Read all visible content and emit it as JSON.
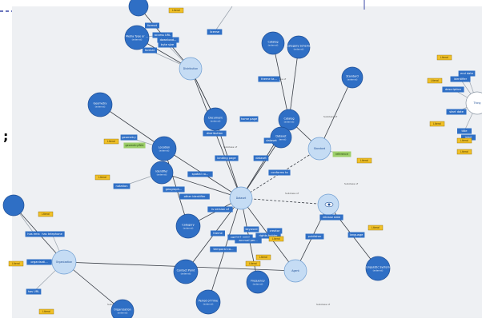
{
  "nodes": [
    {
      "id": "n1",
      "name": "",
      "sub": "",
      "style": "dark",
      "r": 12
    },
    {
      "id": "n2",
      "name": "Media Type or ...",
      "sub": "(external)",
      "style": "dark",
      "r": 15
    },
    {
      "id": "n3",
      "name": "Distribution",
      "sub": "",
      "style": "light",
      "r": 14
    },
    {
      "id": "n4",
      "name": "Catalog",
      "sub": "(external)",
      "style": "dark",
      "r": 14
    },
    {
      "id": "n5",
      "name": "Category Scheme",
      "sub": "(external)",
      "style": "dark",
      "r": 14
    },
    {
      "id": "n6",
      "name": "Standard",
      "sub": "(external)",
      "style": "dark",
      "r": 13
    },
    {
      "id": "n7",
      "name": "Geometry",
      "sub": "(external)",
      "style": "dark",
      "r": 15
    },
    {
      "id": "n8",
      "name": "Document",
      "sub": "(external)",
      "style": "dark",
      "r": 14
    },
    {
      "id": "n9",
      "name": "Catalog",
      "sub": "(external)",
      "style": "dark",
      "r": 13
    },
    {
      "id": "n10",
      "name": "Dataset",
      "sub": "(external)",
      "style": "dark",
      "r": 13
    },
    {
      "id": "n11",
      "name": "Standard",
      "sub": "",
      "style": "light",
      "r": 14
    },
    {
      "id": "n12",
      "name": "Location",
      "sub": "(external)",
      "style": "dark",
      "r": 15
    },
    {
      "id": "n13",
      "name": "Identifier",
      "sub": "(external)",
      "style": "dark",
      "r": 14
    },
    {
      "id": "n14",
      "name": "Dataset",
      "sub": "",
      "style": "light",
      "r": 14
    },
    {
      "id": "n15",
      "name": "",
      "sub": "",
      "style": "light",
      "r": 13
    },
    {
      "id": "n16",
      "name": "Category",
      "sub": "(external)",
      "style": "dark",
      "r": 15
    },
    {
      "id": "n17",
      "name": "",
      "sub": "",
      "style": "dark",
      "r": 13
    },
    {
      "id": "n18",
      "name": "Organization",
      "sub": "",
      "style": "light",
      "r": 15
    },
    {
      "id": "n19",
      "name": "Contact Point",
      "sub": "(external)",
      "style": "dark",
      "r": 15
    },
    {
      "id": "n20",
      "name": "Period of Time",
      "sub": "(external)",
      "style": "dark",
      "r": 15
    },
    {
      "id": "n21",
      "name": "Frequency",
      "sub": "(external)",
      "style": "dark",
      "r": 14
    },
    {
      "id": "n22",
      "name": "Agent",
      "sub": "",
      "style": "light",
      "r": 14
    },
    {
      "id": "n23",
      "name": "Linguistic System",
      "sub": "(external)",
      "style": "dark",
      "r": 15
    },
    {
      "id": "n24",
      "name": "Organization",
      "sub": "(external)",
      "style": "dark",
      "r": 14
    },
    {
      "id": "n25",
      "name": "Thing",
      "sub": "",
      "style": "white",
      "r": 14
    }
  ],
  "labels": [
    {
      "text": "access URL",
      "c": "blue"
    },
    {
      "text": "byte size",
      "c": "blue"
    },
    {
      "text": "format",
      "c": "blue"
    },
    {
      "text": "download...",
      "c": "blue"
    },
    {
      "text": "format",
      "c": "blue"
    },
    {
      "text": "license",
      "c": "blue"
    },
    {
      "text": "theme ta...",
      "c": "blue"
    },
    {
      "text": "home page",
      "c": "blue"
    },
    {
      "text": "dataset",
      "c": "blue"
    },
    {
      "text": "distribution",
      "c": "blue"
    },
    {
      "text": "landing page",
      "c": "blue"
    },
    {
      "text": "dataset",
      "c": "blue"
    },
    {
      "text": "conforms to",
      "c": "blue"
    },
    {
      "text": "geometry",
      "c": "blue"
    },
    {
      "text": "geometryWkt",
      "c": "green"
    },
    {
      "text": "spatial co...",
      "c": "blue"
    },
    {
      "text": "notation",
      "c": "blue"
    },
    {
      "text": "geograph...",
      "c": "blue"
    },
    {
      "text": "other identifier",
      "c": "blue"
    },
    {
      "text": "is version of",
      "c": "blue"
    },
    {
      "text": "theme",
      "c": "blue"
    },
    {
      "text": "keyword",
      "c": "blue"
    },
    {
      "text": "contact point",
      "c": "blue"
    },
    {
      "text": "temporal co...",
      "c": "blue"
    },
    {
      "text": "accrual per...",
      "c": "blue"
    },
    {
      "text": "rights holder",
      "c": "blue"
    },
    {
      "text": "creator",
      "c": "blue"
    },
    {
      "text": "publisher",
      "c": "blue"
    },
    {
      "text": "release date",
      "c": "blue"
    },
    {
      "text": "language",
      "c": "blue"
    },
    {
      "text": "reference",
      "c": "green"
    },
    {
      "text": "has email",
      "c": "blue"
    },
    {
      "text": "has telephone",
      "c": "blue"
    },
    {
      "text": "organisati...",
      "c": "blue"
    },
    {
      "text": "has URL",
      "c": "blue"
    },
    {
      "text": "end date",
      "c": "blue"
    },
    {
      "text": "identifier",
      "c": "blue"
    },
    {
      "text": "description",
      "c": "blue"
    },
    {
      "text": "start date",
      "c": "blue"
    },
    {
      "text": "title",
      "c": "blue"
    },
    {
      "text": "label",
      "c": "blue"
    }
  ],
  "literals": [
    {
      "text": "Literal"
    },
    {
      "text": "Literal"
    },
    {
      "text": "Literal"
    },
    {
      "text": "Literal"
    },
    {
      "text": "Literal"
    },
    {
      "text": "Literal"
    },
    {
      "text": "Literal"
    },
    {
      "text": "Literal"
    },
    {
      "text": "Literal"
    },
    {
      "text": "Literal"
    },
    {
      "text": "Literal"
    },
    {
      "text": "Literal"
    },
    {
      "text": "Literal"
    },
    {
      "text": "Literal"
    },
    {
      "text": "Literal"
    },
    {
      "text": "Literal"
    }
  ],
  "edge_texts": [
    {
      "text": "Subclass of"
    },
    {
      "text": "Subclass of"
    },
    {
      "text": "Subclass of"
    },
    {
      "text": "Subclass of"
    },
    {
      "text": "Subclass of"
    },
    {
      "text": "Subclass of"
    },
    {
      "text": "Subclass of"
    }
  ],
  "colors": {
    "node_dark": "#2f6fc5",
    "node_light": "#c5dcf4",
    "label_blue": "#2f6fc5",
    "literal_yellow": "#f0c027",
    "label_green": "#9dcf6a",
    "panel_gray": "#eef0f3"
  }
}
